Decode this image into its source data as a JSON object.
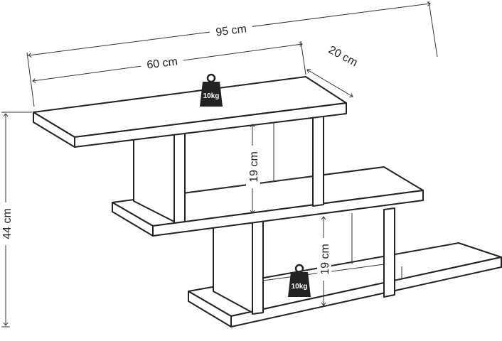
{
  "dimensions": {
    "total_width": "95 cm",
    "shelf_width": "60 cm",
    "depth": "20 cm",
    "total_height": "44 cm",
    "upper_compartment_height": "19 cm",
    "lower_compartment_height": "19 cm"
  },
  "weights": {
    "top_shelf": "10kg",
    "bottom_compartment": "10kg"
  },
  "colors": {
    "line": "#222222",
    "weight": "#222222"
  }
}
